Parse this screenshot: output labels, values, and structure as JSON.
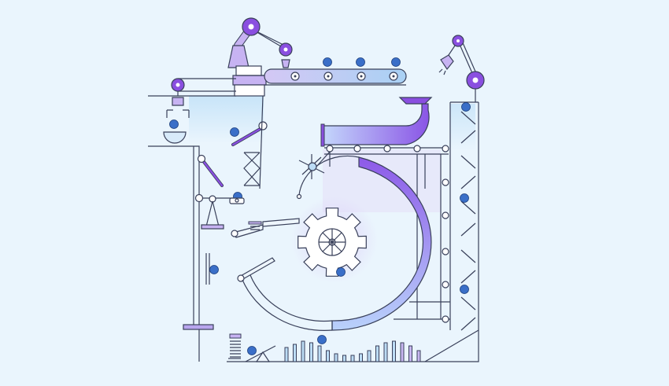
{
  "scene": {
    "description_visible_text": "",
    "colors": {
      "background": "#eaf5fd",
      "line": "#39405a",
      "ball": "#3a6fc8",
      "purple": "#8a4fe0",
      "lavender": "#c8b7f0",
      "light_blue": "#bcdcf5"
    },
    "components": [
      "robot-arm-top",
      "robot-arm-right",
      "conveyor-belt",
      "funnel-pipe",
      "big-gear",
      "curved-track",
      "zigzag-ramp",
      "spring-launcher",
      "equalizer-bars",
      "ball-dispenser"
    ]
  }
}
